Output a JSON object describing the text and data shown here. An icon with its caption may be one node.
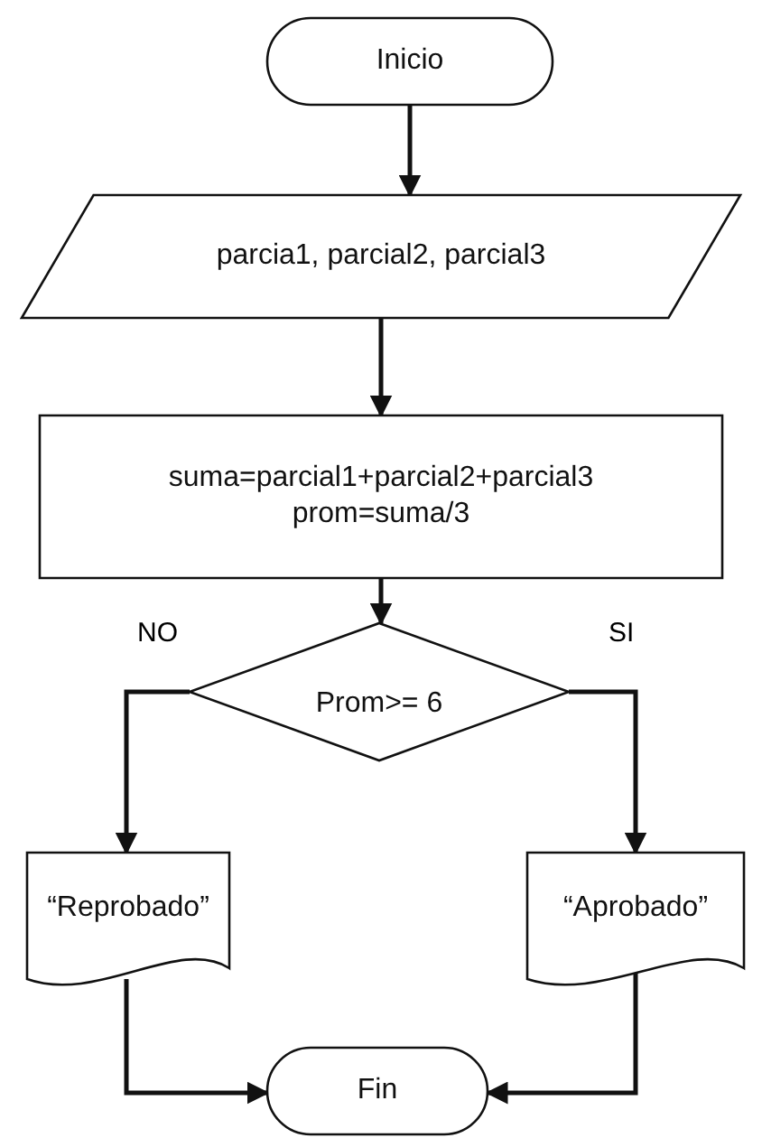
{
  "diagram": {
    "nodes": [
      {
        "text": [
          "Inicio"
        ]
      },
      {
        "text": [
          "parcia1, parcial2, parcial3"
        ]
      },
      {
        "text": [
          "suma=parcial1+parcial2+parcial3",
          "prom=suma/3"
        ]
      },
      {
        "text": [
          "Prom>= 6"
        ]
      },
      {
        "text": [
          "“Reprobado”"
        ]
      },
      {
        "text": [
          "“Aprobado”"
        ]
      },
      {
        "text": [
          "Fin"
        ]
      }
    ],
    "edges": [
      {
        "from": 0,
        "to": 1,
        "arrow": "to"
      },
      {
        "from": 1,
        "to": 2,
        "arrow": "to"
      },
      {
        "from": 2,
        "to": 3,
        "arrow": "to"
      },
      {
        "from": 3,
        "to": 4,
        "arrow": "to",
        "label": "NO"
      },
      {
        "from": 3,
        "to": 5,
        "arrow": "to",
        "label": "SI"
      },
      {
        "from": 4,
        "to": 6,
        "arrow": "to"
      },
      {
        "from": 5,
        "to": 6,
        "arrow": "to"
      }
    ]
  }
}
